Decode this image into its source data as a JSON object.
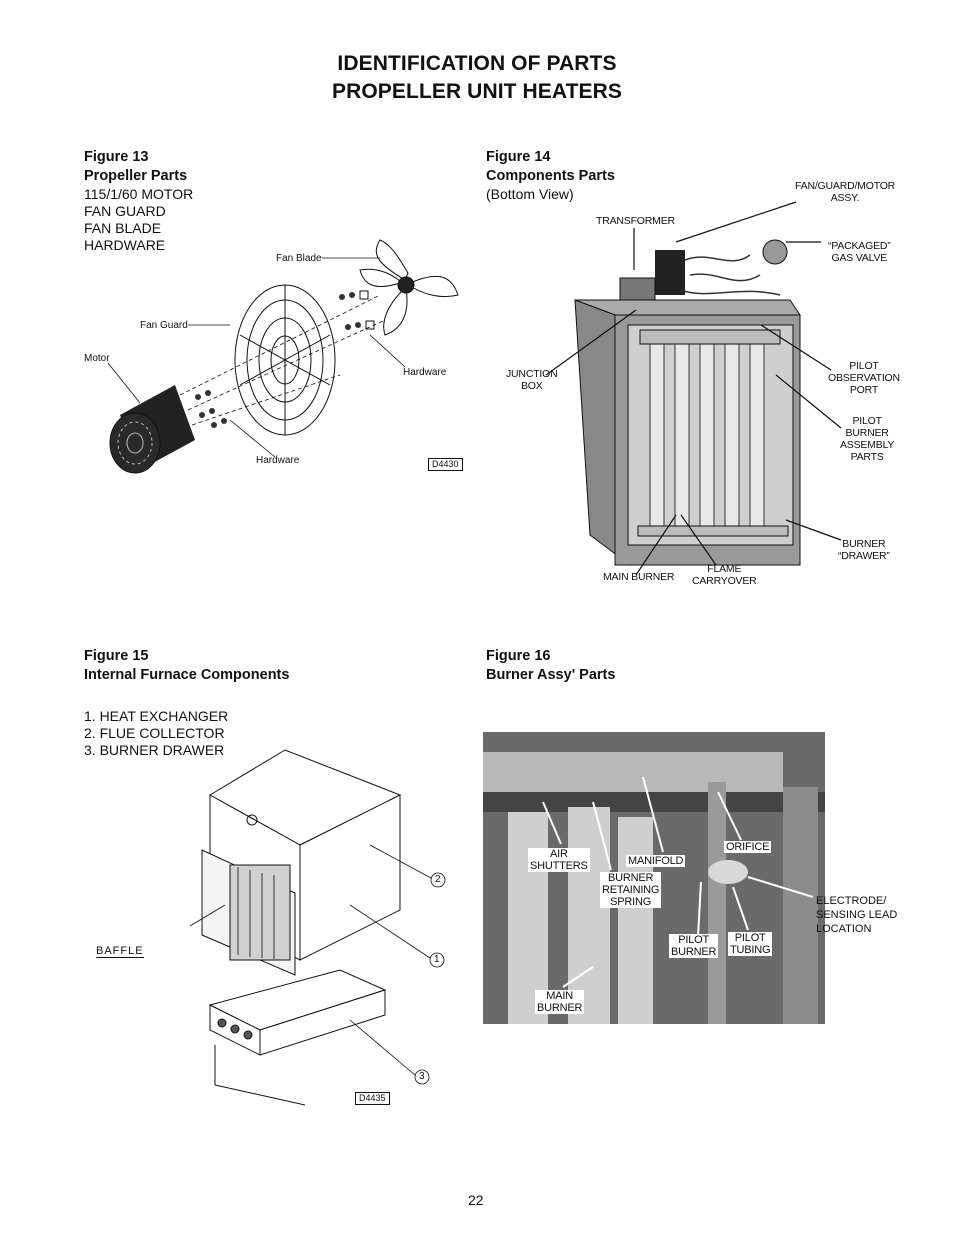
{
  "page": {
    "title_line1": "IDENTIFICATION OF PARTS",
    "title_line2": "PROPELLER UNIT HEATERS",
    "page_number": "22"
  },
  "fig13": {
    "label": "Figure 13",
    "title": "Propeller Parts",
    "parts": [
      "115/1/60 MOTOR",
      "FAN GUARD",
      "FAN BLADE",
      "HARDWARE"
    ],
    "callouts": {
      "fan_blade": "Fan Blade",
      "fan_guard": "Fan Guard",
      "motor": "Motor",
      "hardware_right": "Hardware",
      "hardware_bottom": "Hardware"
    },
    "code": "D4430"
  },
  "fig14": {
    "label": "Figure 14",
    "title": "Components Parts",
    "subtitle": "(Bottom View)",
    "callouts": {
      "fan_guard_motor_1": "FAN/GUARD/MOTOR",
      "fan_guard_motor_2": "ASSY.",
      "transformer": "TRANSFORMER",
      "gas_valve_1": "“PACKAGED”",
      "gas_valve_2": "GAS VALVE",
      "junction_1": "JUNCTION",
      "junction_2": "BOX",
      "pilot_obs_1": "PILOT",
      "pilot_obs_2": "OBSERVATION",
      "pilot_obs_3": "PORT",
      "pilot_burner_1": "PILOT",
      "pilot_burner_2": "BURNER",
      "pilot_burner_3": "ASSEMBLY",
      "pilot_burner_4": "PARTS",
      "burner_drawer_1": "BURNER",
      "burner_drawer_2": "“DRAWER”",
      "main_burner": "MAIN BURNER",
      "flame_1": "FLAME",
      "flame_2": "CARRYOVER"
    }
  },
  "fig15": {
    "label": "Figure 15",
    "title": "Internal Furnace Components",
    "parts": [
      "1.  HEAT EXCHANGER",
      "2.  FLUE COLLECTOR",
      "3.  BURNER DRAWER"
    ],
    "callouts": {
      "baffle": "BAFFLE",
      "n1": "1",
      "n2": "2",
      "n3": "3"
    },
    "code": "D4435"
  },
  "fig16": {
    "label": "Figure 16",
    "title": "Burner Assy' Parts",
    "callouts": {
      "air_1": "AIR",
      "air_2": "SHUTTERS",
      "retaining_1": "BURNER",
      "retaining_2": "RETAINING",
      "retaining_3": "SPRING",
      "manifold": "MANIFOLD",
      "orifice": "ORIFICE",
      "electrode_1": "ELECTRODE/",
      "electrode_2": "SENSING LEAD",
      "electrode_3": "LOCATION",
      "pilot_burner_1": "PILOT",
      "pilot_burner_2": "BURNER",
      "pilot_tubing_1": "PILOT",
      "pilot_tubing_2": "TUBING",
      "main_1": "MAIN",
      "main_2": "BURNER"
    }
  },
  "colors": {
    "ink": "#111111",
    "photo_gray": "#6f6f6f",
    "paper": "#ffffff"
  }
}
